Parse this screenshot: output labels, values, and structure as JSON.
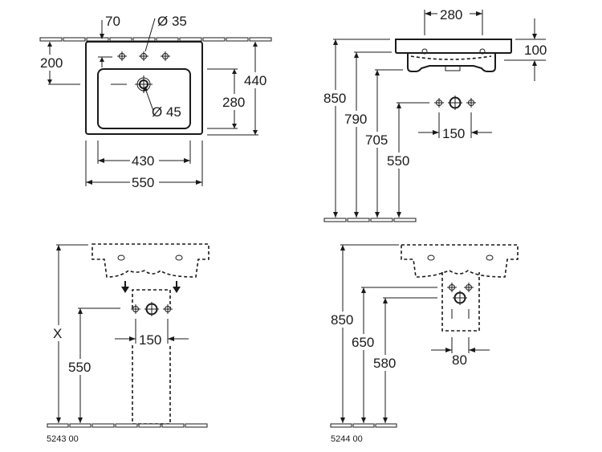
{
  "drawing": {
    "title": "Washbasin technical dimensions",
    "units": "mm",
    "top_view": {
      "labels": {
        "offset_top": "70",
        "tap_hole": "Ø 35",
        "depth_to_drain": "200",
        "drain": "Ø 45",
        "total_depth": "440",
        "bowl_depth": "280",
        "bowl_width": "430",
        "total_width": "550"
      }
    },
    "side_view": {
      "labels": {
        "overflow_spacing": "280",
        "rim_height_thickness": "100",
        "rim_height": "850",
        "underside_height": "790",
        "bowl_bottom_height": "705",
        "connection_height": "550",
        "connection_spacing": "150"
      }
    },
    "variant_a": {
      "labels": {
        "variable_height": "X",
        "connection_height": "550",
        "connection_spacing": "150"
      },
      "article_number": "5243 00"
    },
    "variant_b": {
      "labels": {
        "rim_height": "850",
        "supply_height": "650",
        "drain_height": "580",
        "connection_spacing": "80"
      },
      "article_number": "5244 00"
    }
  }
}
